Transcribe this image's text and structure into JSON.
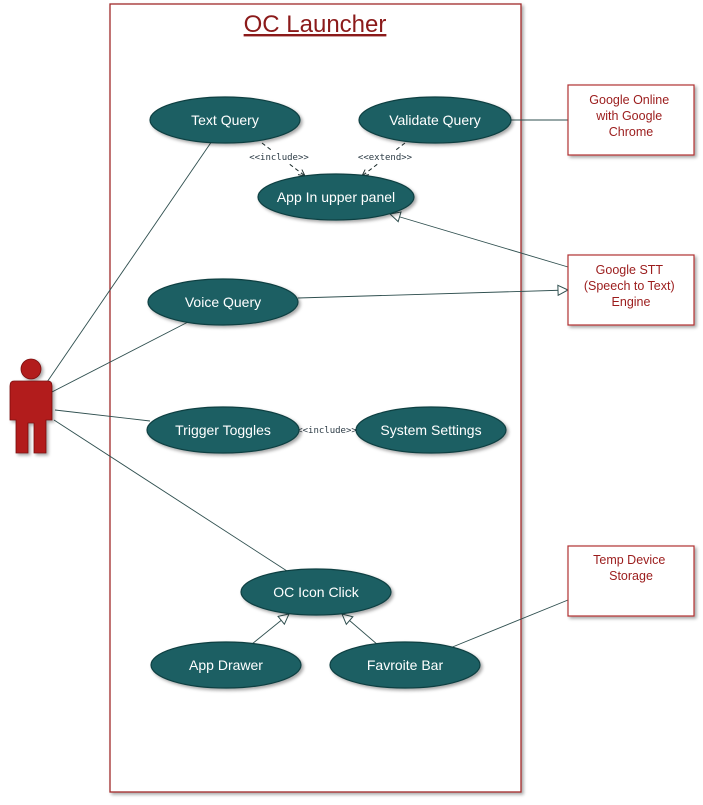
{
  "title": "OC Launcher",
  "colors": {
    "usecase_fill": "#1f5f63",
    "usecase_stroke": "#0f3f42",
    "boundary_stroke": "#a02a2a",
    "actor_fill": "#b21a1a",
    "external_stroke": "#b03030",
    "external_text": "#9b1c1c",
    "line": "#2f4f4f"
  },
  "usecases": {
    "text_query": "Text Query",
    "validate_query": "Validate Query",
    "app_upper_panel": "App In upper panel",
    "voice_query": "Voice Query",
    "trigger_toggles": "Trigger Toggles",
    "system_settings": "System Settings",
    "oc_icon_click": "OC Icon Click",
    "app_drawer": "App Drawer",
    "favorite_bar": "Favroite Bar"
  },
  "stereotypes": {
    "include_text": "<<include>>",
    "extend_validate": "<<extend>>",
    "include_toggles": "<<include>>"
  },
  "external_systems": {
    "google_online": [
      "Google Online",
      "with Google",
      "Chrome"
    ],
    "google_stt": [
      "Google STT",
      "(Speech to Text)",
      "Engine"
    ],
    "temp_storage": [
      "Temp Device",
      "Storage"
    ]
  }
}
